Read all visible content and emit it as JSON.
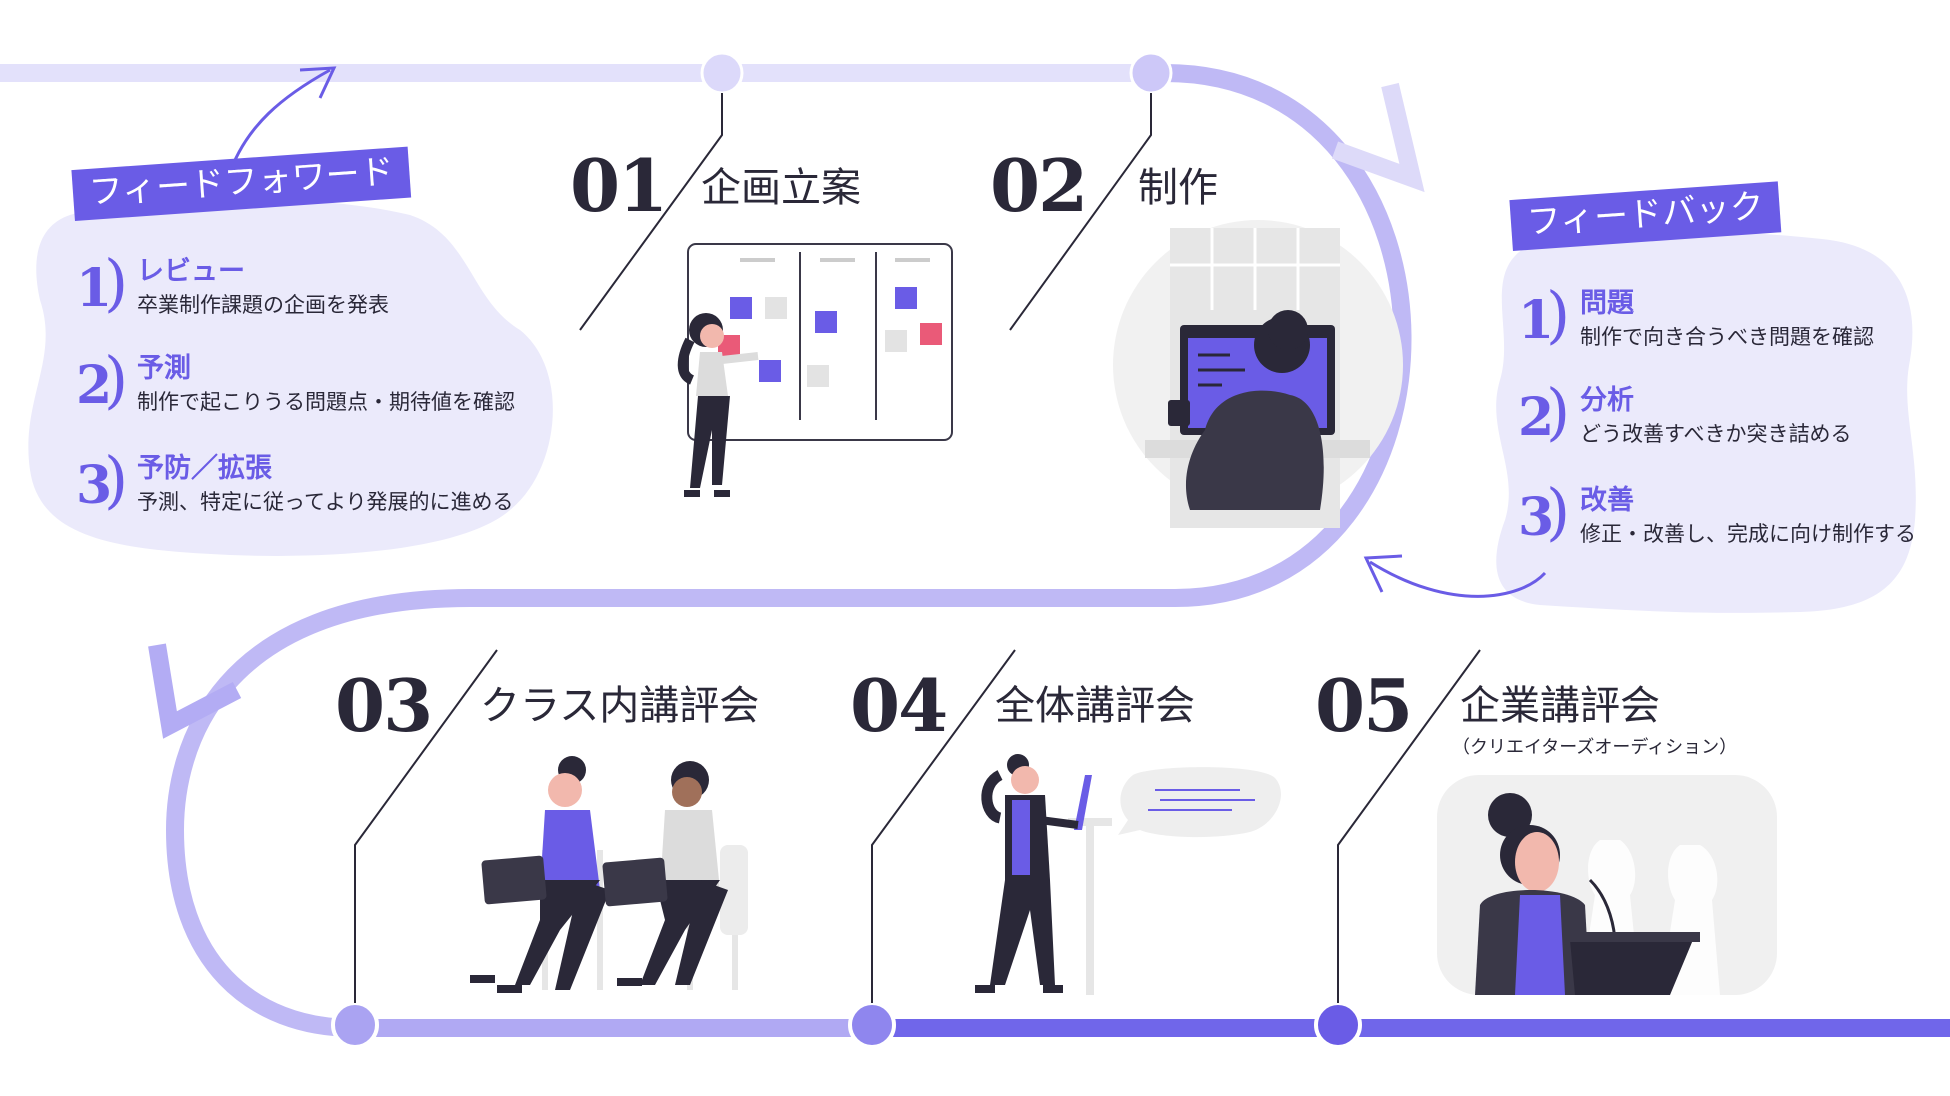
{
  "colors": {
    "accent": "#6a5ce6",
    "light": "#dcdaf8",
    "mid": "#b7b1f3",
    "dark": "#2a2838",
    "blob": "#ebeafb",
    "pink": "#ea5a78"
  },
  "feedforward": {
    "tag": "フィードフォワード",
    "items": [
      {
        "num": "1",
        "head": "レビュー",
        "text": "卒業制作課題の企画を発表"
      },
      {
        "num": "2",
        "head": "予測",
        "text": "制作で起こりうる問題点・期待値を確認"
      },
      {
        "num": "3",
        "head": "予防／拡張",
        "text": "予測、特定に従ってより発展的に進める"
      }
    ]
  },
  "feedback": {
    "tag": "フィードバック",
    "items": [
      {
        "num": "1",
        "head": "問題",
        "text": "制作で向き合うべき問題を確認"
      },
      {
        "num": "2",
        "head": "分析",
        "text": "どう改善すべきか突き詰める"
      },
      {
        "num": "3",
        "head": "改善",
        "text": "修正・改善し、完成に向け制作する"
      }
    ]
  },
  "steps": [
    {
      "num": "01",
      "title": "企画立案"
    },
    {
      "num": "02",
      "title": "制作"
    },
    {
      "num": "03",
      "title": "クラス内講評会"
    },
    {
      "num": "04",
      "title": "全体講評会"
    },
    {
      "num": "05",
      "title": "企業講評会",
      "sub": "（クリエイターズオーディション）"
    }
  ]
}
